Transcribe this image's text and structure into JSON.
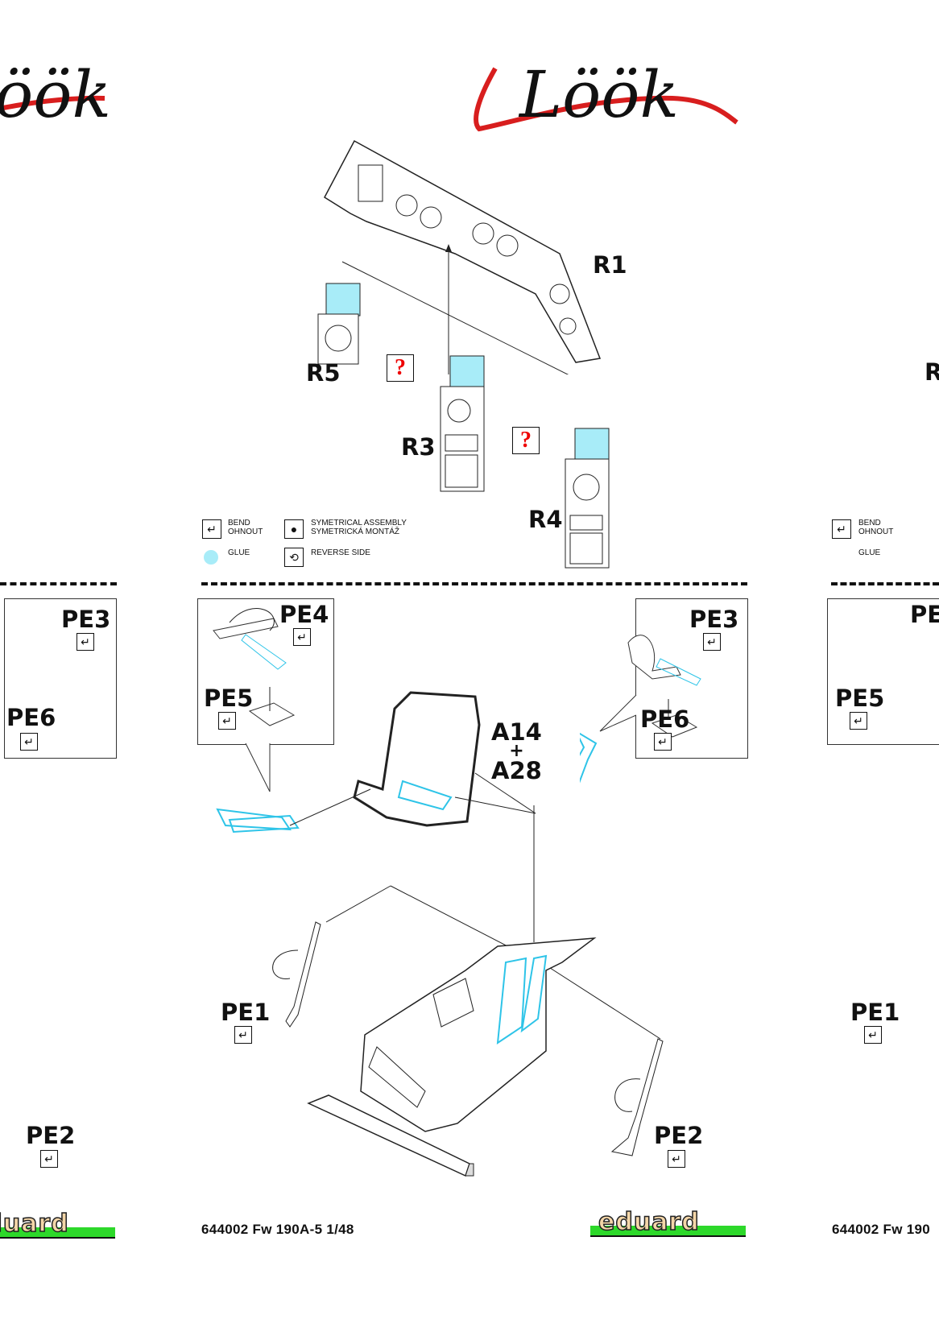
{
  "brand": {
    "look_logo": "Löök",
    "eduard_logo": "eduard",
    "footer_text": "644002 Fw 190A-5 1/48",
    "footer_text_partial": "644002 Fw 190"
  },
  "parts": {
    "r1": "R1",
    "r3": "R3",
    "r4": "R4",
    "r5": "R5",
    "pe1": "PE1",
    "pe2": "PE2",
    "pe3": "PE3",
    "pe4": "PE4",
    "pe5": "PE5",
    "pe6": "PE6",
    "a14": "A14",
    "plus": "+",
    "a28": "A28",
    "r_partial": "R"
  },
  "markers": {
    "question": "?"
  },
  "legend": {
    "bend_en": "BEND",
    "bend_cz": "OHNOUT",
    "sym_en": "SYMETRICAL ASSEMBLY",
    "sym_cz": "SYMETRICKÁ MONTÁŽ",
    "glue": "GLUE",
    "reverse": "REVERSE SIDE"
  },
  "icons": {
    "bend": "↵",
    "reverse": "⟲"
  },
  "colors": {
    "glue": "#a8ecf8",
    "photoetch": "#2ec4e8",
    "logo_red": "#d81e1e",
    "eduard_green": "#2dd82a"
  }
}
